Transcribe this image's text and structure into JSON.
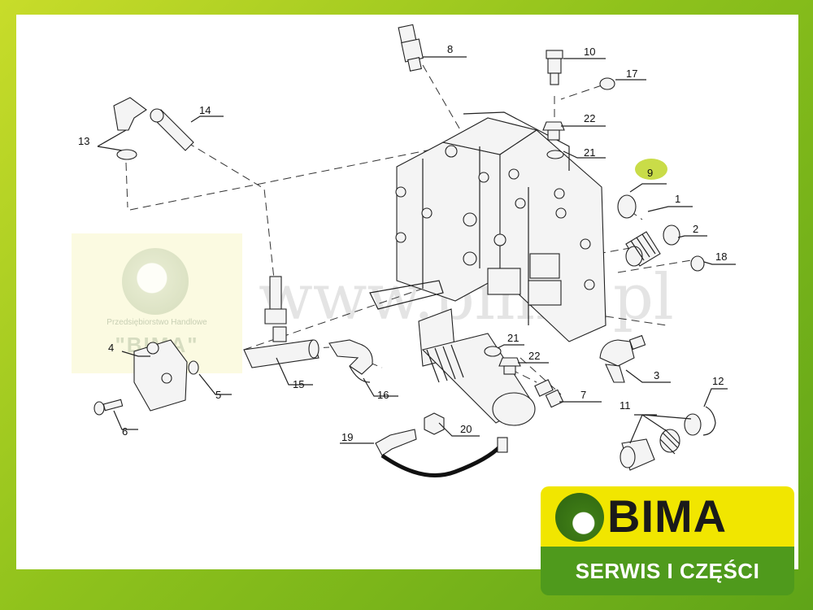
{
  "labels": {
    "l1": "1",
    "l2": "2",
    "l3": "3",
    "l4": "4",
    "l5": "5",
    "l6": "6",
    "l7": "7",
    "l8": "8",
    "l9": "9",
    "l10": "10",
    "l11": "11",
    "l12": "12",
    "l13": "13",
    "l14": "14",
    "l15": "15",
    "l16": "16",
    "l17": "17",
    "l18": "18",
    "l19": "19",
    "l20": "20",
    "l21a": "21",
    "l21b": "21",
    "l22a": "22",
    "l22b": "22"
  },
  "highlight": {
    "part": "9",
    "color": "#c9dc48"
  },
  "watermark": {
    "url": "www.bima.pl",
    "caption": "Przedsiębiorstwo Handlowe",
    "name": "\"BIMA\""
  },
  "logo": {
    "name": "BIMA",
    "tagline": "SERWIS I CZĘŚCI"
  },
  "colors": {
    "frame": "#ffffff",
    "brand_yellow": "#f1e600",
    "brand_green": "#4f9a1c"
  }
}
